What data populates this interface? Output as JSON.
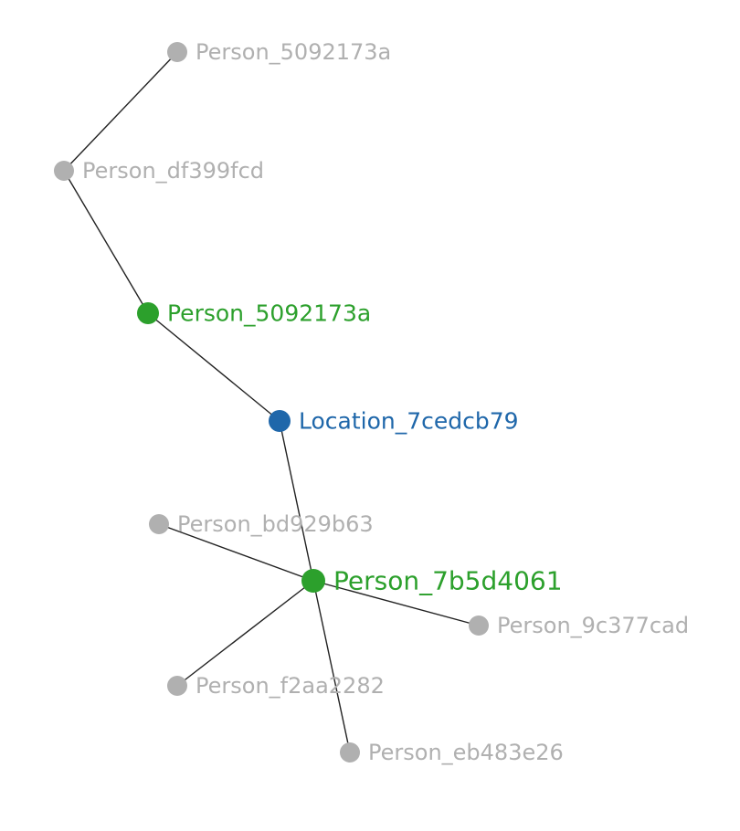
{
  "colors": {
    "peripheral": "#b0b0b0",
    "person_highlight": "#2ca02c",
    "location": "#1f67aa",
    "edge": "#222222"
  },
  "nodes": [
    {
      "id": "n1",
      "label": "Person_5092173a",
      "role": "peripheral"
    },
    {
      "id": "n2",
      "label": "Person_df399fcd",
      "role": "peripheral"
    },
    {
      "id": "n3",
      "label": "Person_5092173a",
      "role": "person_highlight"
    },
    {
      "id": "n4",
      "label": "Location_7cedcb79",
      "role": "location"
    },
    {
      "id": "n5",
      "label": "Person_bd929b63",
      "role": "peripheral"
    },
    {
      "id": "n6",
      "label": "Person_7b5d4061",
      "role": "person_highlight"
    },
    {
      "id": "n7",
      "label": "Person_9c377cad",
      "role": "peripheral"
    },
    {
      "id": "n8",
      "label": "Person_f2aa2282",
      "role": "peripheral"
    },
    {
      "id": "n9",
      "label": "Person_eb483e26",
      "role": "peripheral"
    }
  ],
  "edges": [
    [
      "n1",
      "n2"
    ],
    [
      "n2",
      "n3"
    ],
    [
      "n3",
      "n4"
    ],
    [
      "n4",
      "n6"
    ],
    [
      "n5",
      "n6"
    ],
    [
      "n6",
      "n7"
    ],
    [
      "n6",
      "n8"
    ],
    [
      "n6",
      "n9"
    ]
  ]
}
